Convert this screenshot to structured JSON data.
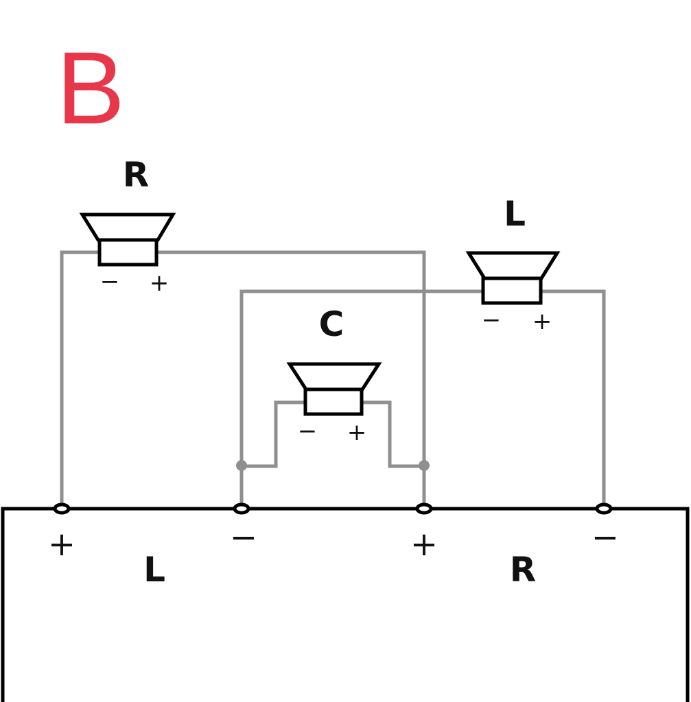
{
  "title": "B",
  "colors": {
    "title": "#e8374a",
    "wire": "#8f8f8f",
    "outline": "#000000"
  },
  "speakers": {
    "right": {
      "label": "R",
      "minus": "−",
      "plus": "+"
    },
    "center": {
      "label": "C",
      "minus": "−",
      "plus": "+"
    },
    "left": {
      "label": "L",
      "minus": "−",
      "plus": "+"
    }
  },
  "amplifier": {
    "terminals": {
      "t1": "+",
      "t2": "−",
      "t3": "+",
      "t4": "−"
    },
    "channels": {
      "left": "L",
      "right": "R"
    }
  }
}
